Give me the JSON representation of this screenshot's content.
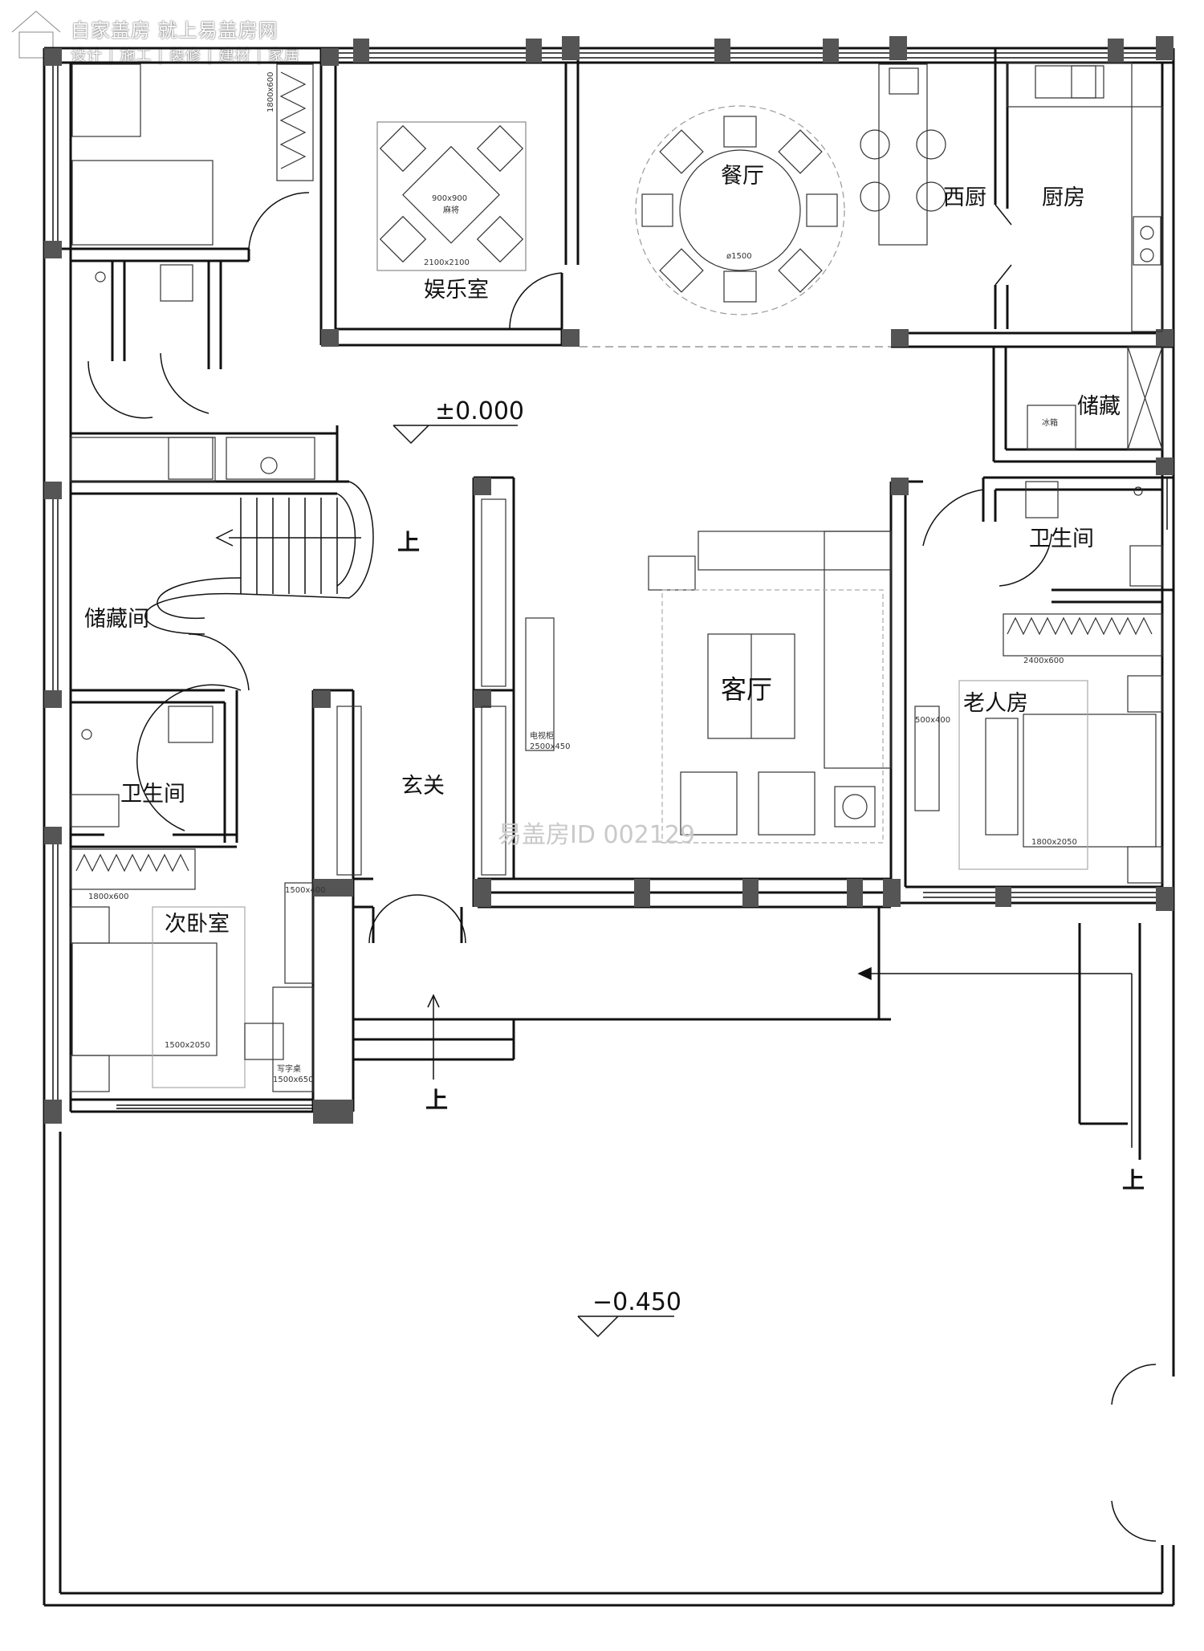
{
  "logo": {
    "line1": "自家盖房 就上易盖房网",
    "line2": "设计 | 施工 | 装修 | 建材 | 家居"
  },
  "rooms": {
    "entertainment": "娱乐室",
    "dining": "餐厅",
    "western_kitchen": "西厨",
    "kitchen": "厨房",
    "storage_small": "储藏",
    "bathroom_east": "卫生间",
    "storage_room": "储藏间",
    "bathroom_west": "卫生间",
    "living_room": "客厅",
    "elderly_room": "老人房",
    "foyer": "玄关",
    "second_bedroom": "次卧室"
  },
  "levels": {
    "main": "±0.000",
    "yard": "−0.450"
  },
  "stair_labels": {
    "stair_up": "上",
    "entry_up": "上",
    "side_up": "上"
  },
  "furniture_notes": {
    "mahjong_size": "900x900",
    "mahjong": "麻将",
    "rug_size": "2100x2100",
    "round_table": "ø1500",
    "elder_bed": "1800x2050",
    "second_bed": "1500x2050",
    "wardrobe_east": "2400x600",
    "wardrobe_west": "1800x600",
    "desk": "写字桌",
    "desk_size": "1500x650",
    "tv_cabinet": "电视柜",
    "tv_size": "2500x450",
    "shoe_cabinet": "1500x400",
    "wardrobe_tall": "1800x600",
    "dresser_size": "500x400",
    "fridge": "冰箱"
  },
  "watermark": "易盖房ID 002129"
}
